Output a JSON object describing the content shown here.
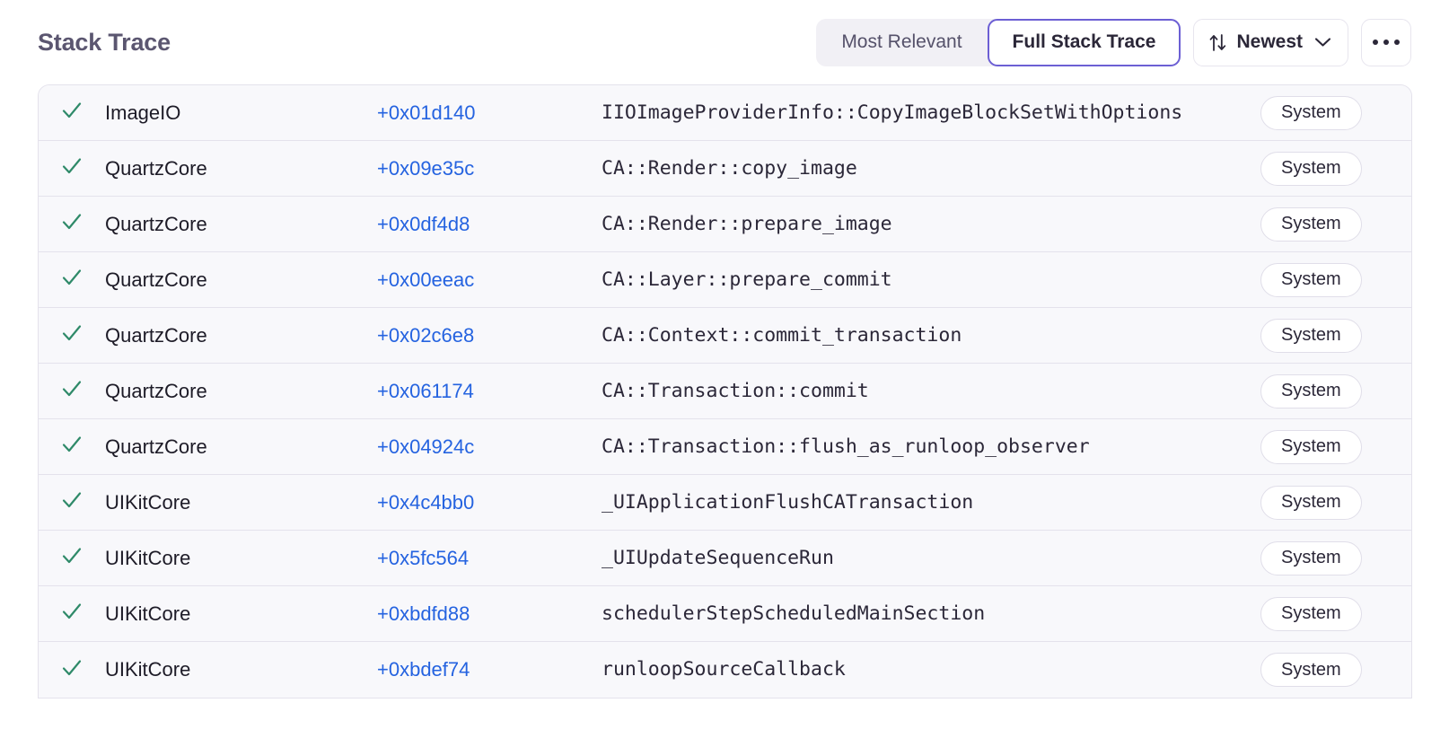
{
  "header": {
    "title": "Stack Trace",
    "segmented": {
      "options": [
        {
          "label": "Most Relevant",
          "active": false
        },
        {
          "label": "Full Stack Trace",
          "active": true
        }
      ]
    },
    "sort": {
      "icon": "sort-arrows-icon",
      "label": "Newest",
      "chevron": "chevron-down-icon"
    },
    "overflow": {
      "label": "More options",
      "icon": "ellipsis-icon"
    }
  },
  "colors": {
    "accent_purple": "#6c5fd4",
    "link_blue": "#2563e0",
    "check_green": "#2f8a69",
    "row_background": "#f8f8fb",
    "divider": "#e4e2ec",
    "title_text": "#5b5670"
  },
  "frames": [
    {
      "status_icon": "check-icon",
      "image": "ImageIO",
      "offset": "+0x01d140",
      "symbol": "IIOImageProviderInfo::CopyImageBlockSetWithOptions",
      "badge": "System"
    },
    {
      "status_icon": "check-icon",
      "image": "QuartzCore",
      "offset": "+0x09e35c",
      "symbol": "CA::Render::copy_image",
      "badge": "System"
    },
    {
      "status_icon": "check-icon",
      "image": "QuartzCore",
      "offset": "+0x0df4d8",
      "symbol": "CA::Render::prepare_image",
      "badge": "System"
    },
    {
      "status_icon": "check-icon",
      "image": "QuartzCore",
      "offset": "+0x00eeac",
      "symbol": "CA::Layer::prepare_commit",
      "badge": "System"
    },
    {
      "status_icon": "check-icon",
      "image": "QuartzCore",
      "offset": "+0x02c6e8",
      "symbol": "CA::Context::commit_transaction",
      "badge": "System"
    },
    {
      "status_icon": "check-icon",
      "image": "QuartzCore",
      "offset": "+0x061174",
      "symbol": "CA::Transaction::commit",
      "badge": "System"
    },
    {
      "status_icon": "check-icon",
      "image": "QuartzCore",
      "offset": "+0x04924c",
      "symbol": "CA::Transaction::flush_as_runloop_observer",
      "badge": "System"
    },
    {
      "status_icon": "check-icon",
      "image": "UIKitCore",
      "offset": "+0x4c4bb0",
      "symbol": "_UIApplicationFlushCATransaction",
      "badge": "System"
    },
    {
      "status_icon": "check-icon",
      "image": "UIKitCore",
      "offset": "+0x5fc564",
      "symbol": "_UIUpdateSequenceRun",
      "badge": "System"
    },
    {
      "status_icon": "check-icon",
      "image": "UIKitCore",
      "offset": "+0xbdfd88",
      "symbol": "schedulerStepScheduledMainSection",
      "badge": "System"
    },
    {
      "status_icon": "check-icon",
      "image": "UIKitCore",
      "offset": "+0xbdef74",
      "symbol": "runloopSourceCallback",
      "badge": "System"
    }
  ]
}
